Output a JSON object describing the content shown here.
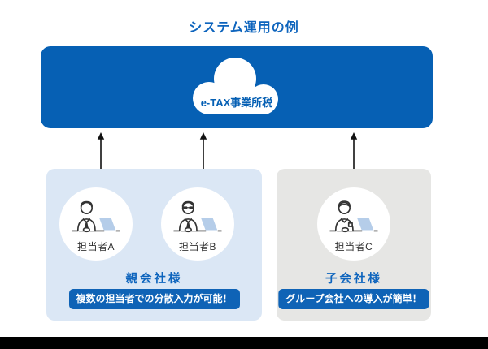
{
  "title": "システム運用の例",
  "cloud": {
    "label": "e-TAX事業所税",
    "icon": "cloud-icon"
  },
  "arrows": {
    "icon": "double-headed-arrow-icon"
  },
  "groups": [
    {
      "name": "親会社様",
      "badge": "複数の担当者での分散入力が可能！",
      "members": [
        {
          "label": "担当者A",
          "icon": "person-at-laptop-icon"
        },
        {
          "label": "担当者B",
          "icon": "person-glasses-at-laptop-icon"
        }
      ]
    },
    {
      "name": "子会社様",
      "badge": "グループ会社への導入が簡単！",
      "members": [
        {
          "label": "担当者C",
          "icon": "person-badge-at-laptop-icon"
        }
      ]
    }
  ],
  "colors": {
    "banner_blue": "#0660b4",
    "badge_blue": "#0f63b6",
    "accent_text_blue": "#0d64bd",
    "parent_box_bg": "#dbe7f5",
    "child_box_bg": "#e6e6e4",
    "laptop_fill": "#b5cde9",
    "line_art": "#333333",
    "footer_bar": "#000000"
  }
}
